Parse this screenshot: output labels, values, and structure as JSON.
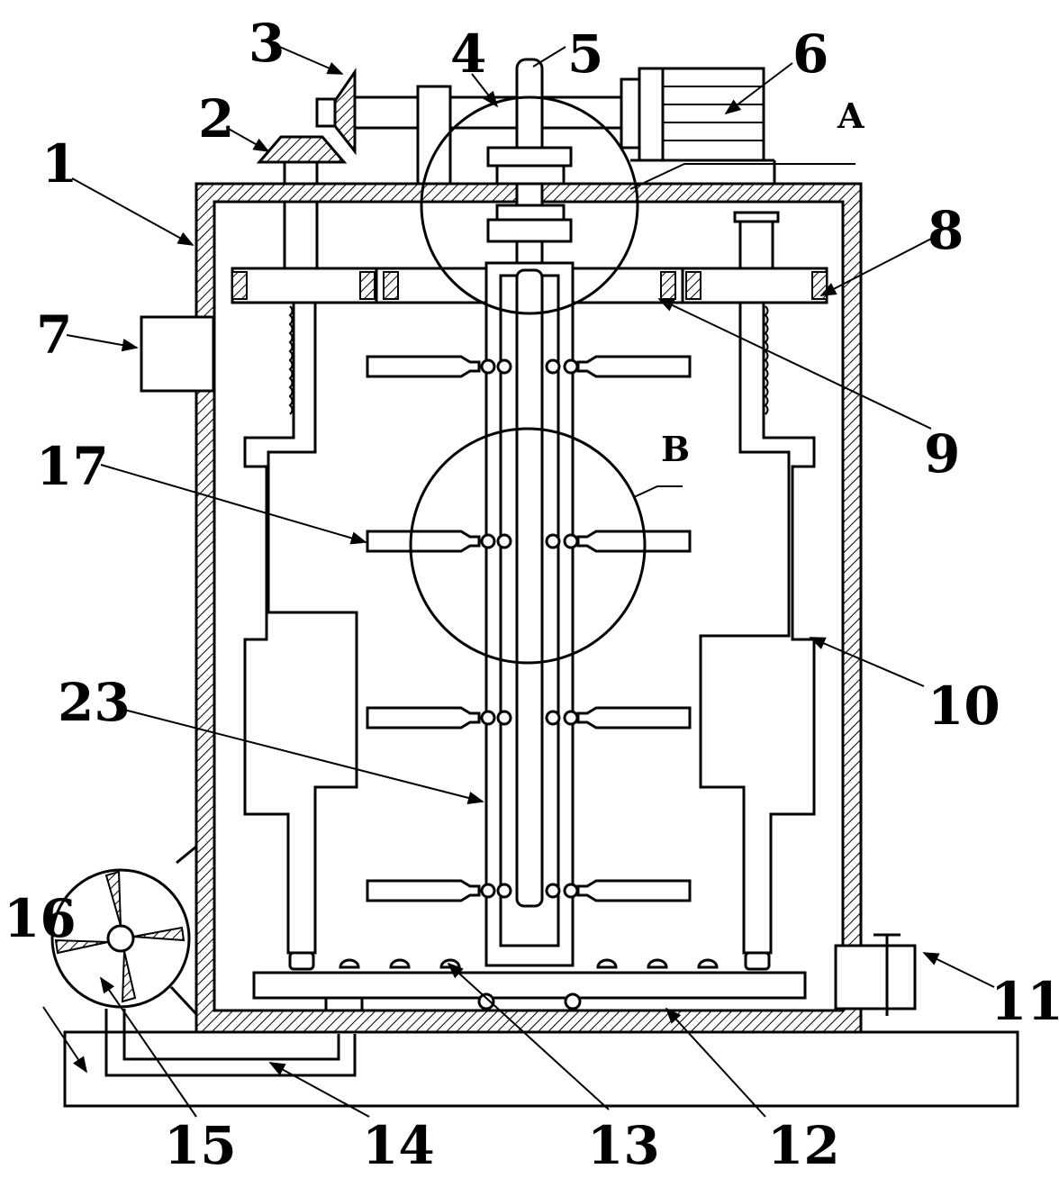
{
  "diagram": {
    "callouts": {
      "c1": "1",
      "c2": "2",
      "c3": "3",
      "c4": "4",
      "c5": "5",
      "c6": "6",
      "c7": "7",
      "c8": "8",
      "c9": "9",
      "c10": "10",
      "c11": "11",
      "c12": "12",
      "c13": "13",
      "c14": "14",
      "c15": "15",
      "c16": "16",
      "c17": "17",
      "c23": "23"
    },
    "details": {
      "a": "A",
      "b": "B"
    },
    "colors": {
      "stroke": "#000000",
      "background": "#ffffff"
    }
  }
}
